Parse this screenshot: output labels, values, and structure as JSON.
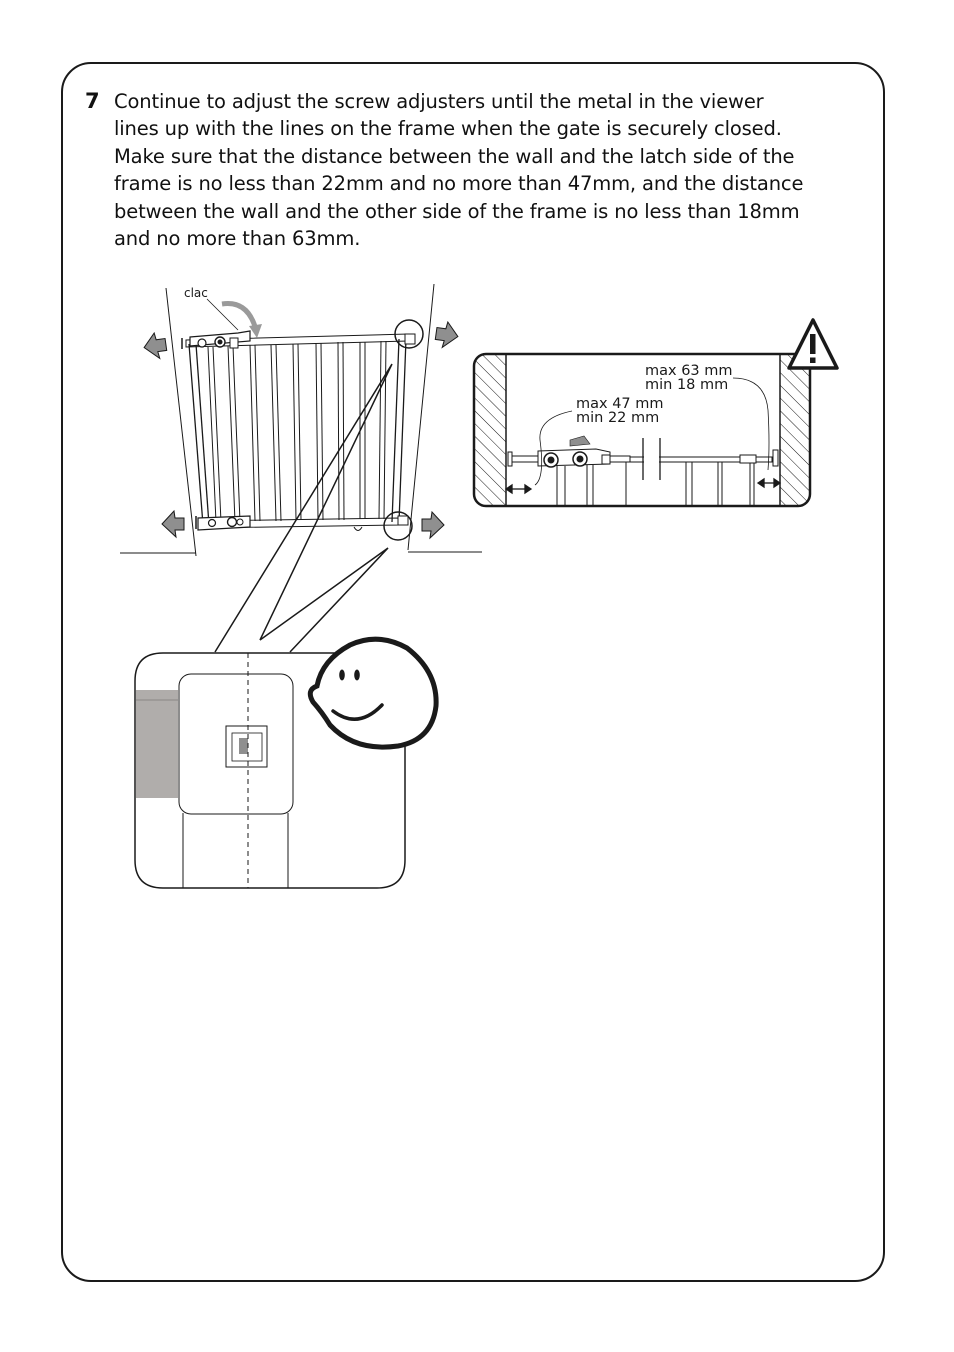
{
  "step": {
    "number": "7",
    "lines": [
      "Continue to adjust the screw adjusters until the metal in the viewer",
      "lines up with the lines on the frame when the gate is securely closed.",
      "Make sure that the distance between the wall and the latch side of the",
      "frame is no less than 22mm and no more than 47mm, and the distance",
      "between the wall and the other side of the frame is no less than 18mm",
      "and no more than 63mm."
    ]
  },
  "gate_figure": {
    "sound_label": "clac"
  },
  "detail_figure": {
    "right_max": "max 63 mm",
    "right_min": "min 18 mm",
    "left_max": "max 47 mm",
    "left_min": "min 22 mm"
  },
  "icons": [
    "warning-icon",
    "smiley-face-icon",
    "expand-arrow-icon",
    "double-arrow-icon"
  ]
}
